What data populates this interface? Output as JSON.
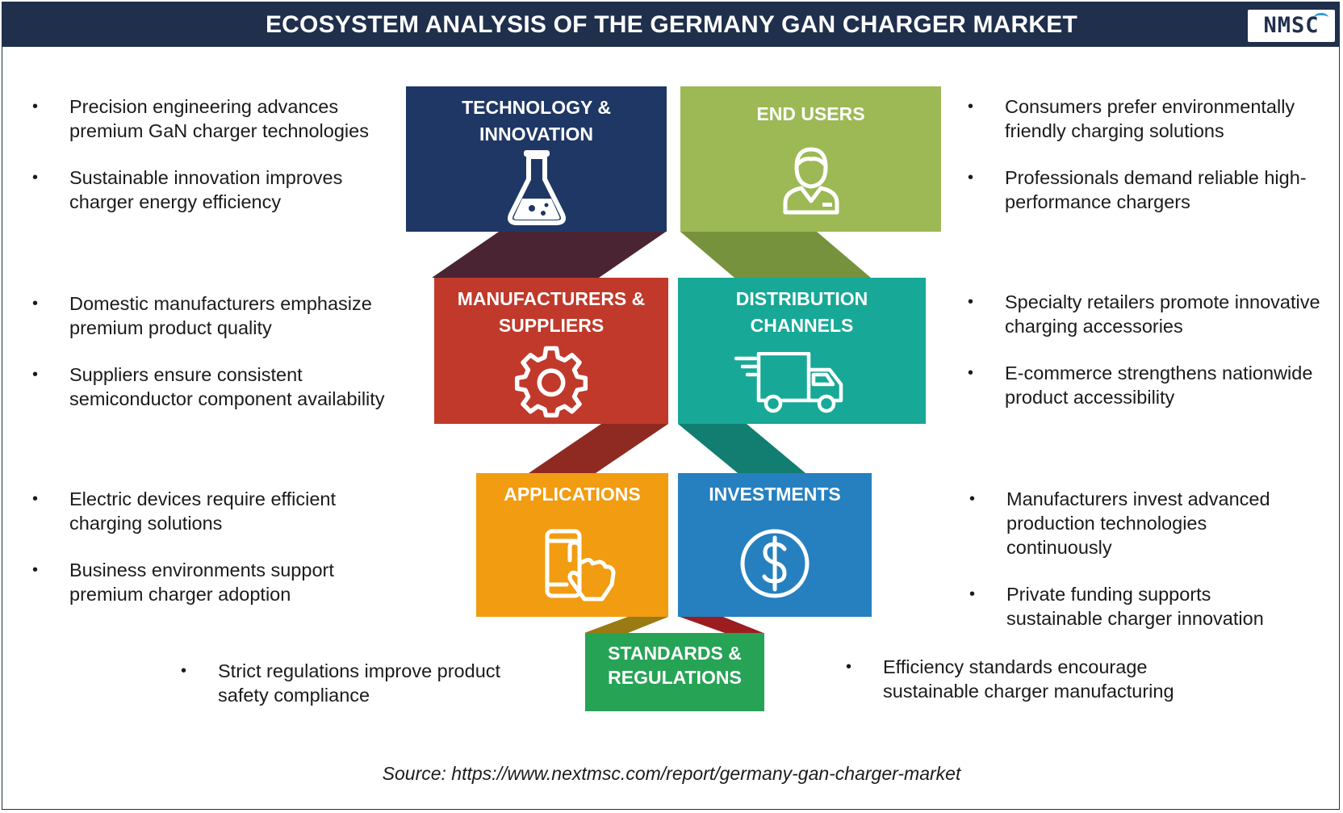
{
  "title": "ECOSYSTEM ANALYSIS OF THE GERMANY GAN CHARGER MARKET",
  "logo": "NMSC",
  "colors": {
    "header": "#1f2f4c",
    "technology": "#1f3764",
    "end_users": "#9cb955",
    "manufacturers": "#c0392b",
    "distribution": "#17a897",
    "applications": "#f29c11",
    "investments": "#2680c0",
    "standards": "#27a356"
  },
  "boxes": {
    "technology": {
      "label": "TECHNOLOGY &\nINNOVATION",
      "icon": "flask-icon"
    },
    "end_users": {
      "label": "END USERS",
      "icon": "user-icon"
    },
    "manufacturers": {
      "label": "MANUFACTURERS &\nSUPPLIERS",
      "icon": "gear-icon"
    },
    "distribution": {
      "label": "DISTRIBUTION\nCHANNELS",
      "icon": "truck-icon"
    },
    "applications": {
      "label": "APPLICATIONS",
      "icon": "phone-touch-icon"
    },
    "investments": {
      "label": "INVESTMENTS",
      "icon": "dollar-icon"
    },
    "standards": {
      "label": "STANDARDS &\nREGULATIONS"
    }
  },
  "bullets": {
    "technology": [
      "Precision engineering advances premium GaN charger technologies",
      "Sustainable innovation improves charger energy efficiency"
    ],
    "end_users": [
      "Consumers prefer environmentally friendly charging solutions",
      "Professionals demand reliable high-performance chargers"
    ],
    "manufacturers": [
      "Domestic manufacturers emphasize premium product quality",
      "Suppliers ensure consistent semiconductor component availability"
    ],
    "distribution": [
      "Specialty retailers promote innovative charging accessories",
      "E-commerce strengthens nationwide product accessibility"
    ],
    "applications": [
      "Electric devices require efficient charging solutions",
      "Business environments support premium charger adoption"
    ],
    "investments": [
      "Manufacturers invest advanced production technologies continuously",
      "Private funding supports sustainable charger innovation"
    ],
    "standards_left": [
      "Strict regulations improve product safety compliance"
    ],
    "standards_right": [
      "Efficiency standards encourage sustainable charger manufacturing"
    ]
  },
  "bullet_char": "•",
  "source": "Source: https://www.nextmsc.com/report/germany-gan-charger-market"
}
